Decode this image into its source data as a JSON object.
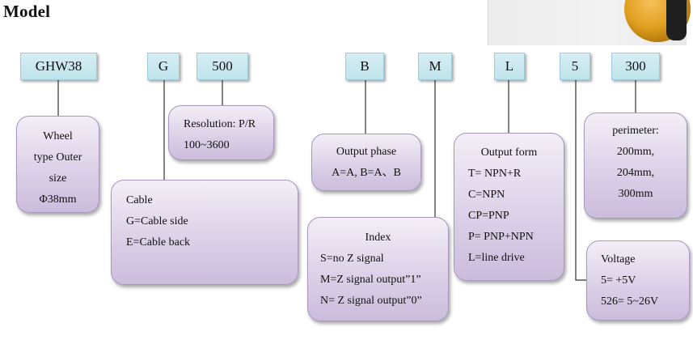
{
  "title": "Model",
  "codes": {
    "ghw38": "GHW38",
    "g": "G",
    "res": "500",
    "b": "B",
    "m": "M",
    "l": "L",
    "v": "5",
    "per": "300"
  },
  "boxes": {
    "wheel": [
      "Wheel",
      "type Outer",
      "size",
      "Φ38mm"
    ],
    "resolution": [
      "Resolution: P/R",
      "100~3600"
    ],
    "cable": [
      "Cable",
      "G=Cable side",
      "E=Cable back"
    ],
    "phase": [
      "Output phase",
      "A=A, B=A、B"
    ],
    "index": [
      "Index",
      "S=no Z signal",
      "M=Z signal output”1”",
      "N= Z signal output”0”"
    ],
    "form": [
      "Output form",
      "T= NPN+R",
      "C=NPN",
      "CP=PNP",
      "P= PNP+NPN",
      "L=line drive"
    ],
    "perimeter": [
      "perimeter:",
      "200mm,",
      "204mm,",
      "300mm"
    ],
    "voltage": [
      "Voltage",
      "5= +5V",
      "526= 5~26V"
    ]
  }
}
